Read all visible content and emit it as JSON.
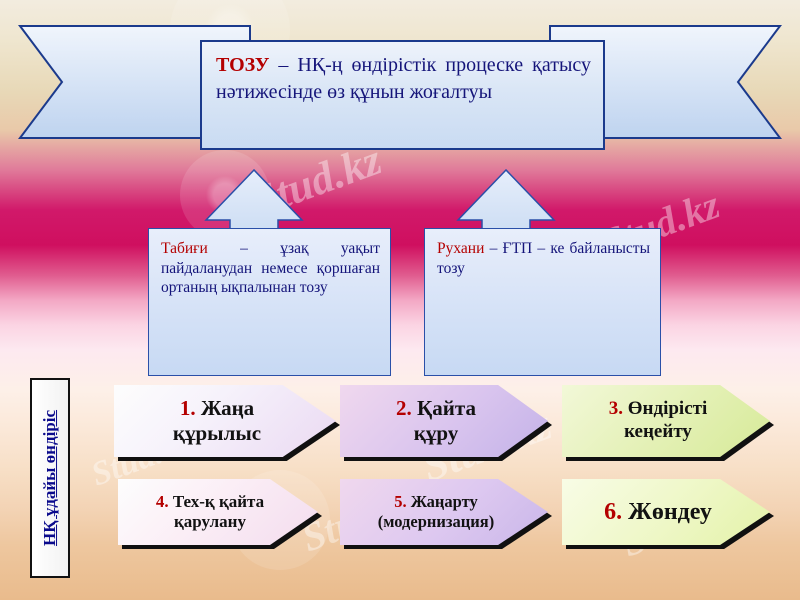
{
  "slide": {
    "top_banner": {
      "keyword": "ТОЗУ",
      "text": " – НҚ-ң өндірістік процеске қатысу нәтижесінде өз құнын жоғалтуы"
    },
    "mid_boxes": [
      {
        "id": "natural",
        "lead": "Табиғи",
        "text": " – ұзақ уақыт пайдаланудан немесе қоршаған ортаның ықпалынан тозу"
      },
      {
        "id": "moral",
        "lead": "Рухани",
        "text": " – ҒТП – ке байланысты тозу"
      }
    ],
    "vertical_label": "НҚ ұдайы өндіріс",
    "steps": [
      {
        "num": "1.",
        "label": "Жаңа\nқұрылыс"
      },
      {
        "num": "2.",
        "label": "Қайта\nқұру"
      },
      {
        "num": "3.",
        "label": "Өндірісті\nкеңейту"
      },
      {
        "num": "4.",
        "label": "Тех-қ қайта\nқарулану"
      },
      {
        "num": "5.",
        "label": "Жаңарту\n(модернизация)"
      },
      {
        "num": "6.",
        "label": "Жөндеу"
      }
    ],
    "watermarks": [
      "Stud.kz",
      "Stud.kz",
      "Stud.kz",
      "Stud.kz",
      "Stud.kz",
      "Stud.kz",
      "Stud.kz"
    ],
    "colors": {
      "keyword": "#b40000",
      "banner_text": "#15157a",
      "banner_border": "#1b3a8c",
      "vertical_label": "#0a0a8c"
    }
  }
}
